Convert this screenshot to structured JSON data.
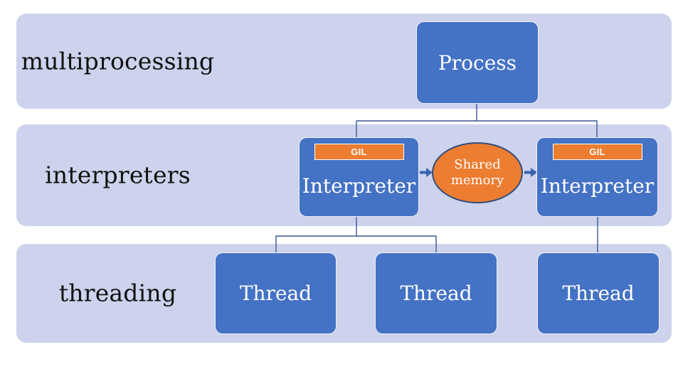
{
  "bands": [
    {
      "label": "multiprocessing"
    },
    {
      "label": "interpreters"
    },
    {
      "label": "threading"
    }
  ],
  "nodes": {
    "process": {
      "label": "Process"
    },
    "interpreter_left": {
      "label": "Interpreter",
      "badge": "GIL"
    },
    "interpreter_right": {
      "label": "Interpreter",
      "badge": "GIL"
    },
    "shared_memory": {
      "line1": "Shared",
      "line2": "memory"
    },
    "threads": [
      {
        "label": "Thread"
      },
      {
        "label": "Thread"
      },
      {
        "label": "Thread"
      }
    ]
  },
  "colors": {
    "band_fill": "#CDD3EC",
    "node_blue": "#4472C4",
    "accent_orange": "#ED7D31",
    "connector_blue": "#3A5795",
    "arrow_blue": "#3A62AE",
    "ellipse_border": "#2F4B7C",
    "text_black": "#111111",
    "node_text_white": "#FFFFFF"
  }
}
